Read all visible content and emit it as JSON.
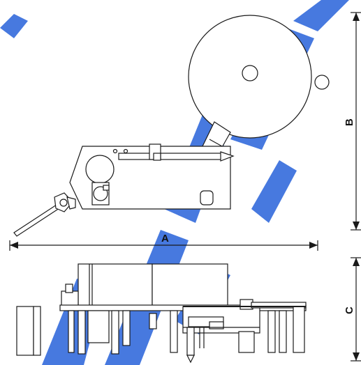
{
  "dimensions": {
    "a_label": "A",
    "b_label": "B",
    "c_label": "C"
  },
  "colors": {
    "line": "#1a1a1a",
    "watermark": "#1e5bd8",
    "background": "#ffffff"
  }
}
